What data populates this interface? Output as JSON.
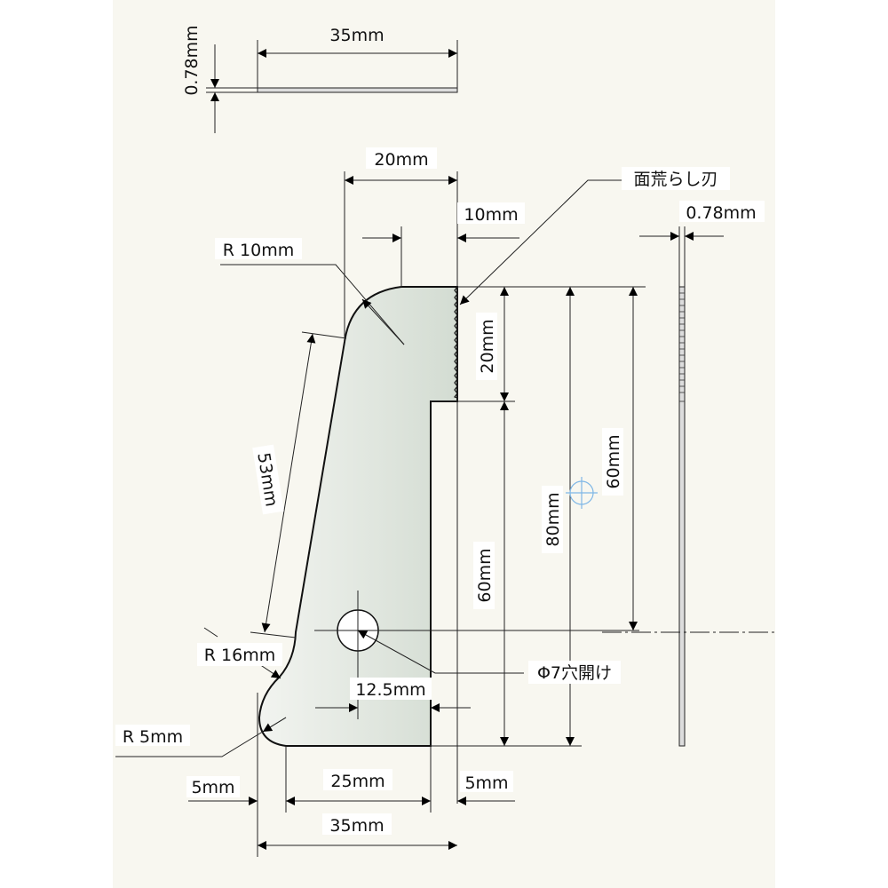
{
  "drawing": {
    "top_view": {
      "width_label": "35mm",
      "thickness_label": "0.78mm"
    },
    "labels": {
      "top_width": "20mm",
      "notch_width": "10mm",
      "blade_note": "面荒らし刃",
      "side_thickness": "0.78mm",
      "radius_top": "R 10mm",
      "blade_height": "20mm",
      "slant_length": "53mm",
      "total_height": "80mm",
      "center_height": "60mm",
      "lower_height": "60mm",
      "radius_mid": "R 16mm",
      "hole_note": "Φ7穴開け",
      "hole_offset": "12.5mm",
      "radius_bottom": "R 5mm",
      "left_margin": "5mm",
      "base_width": "25mm",
      "right_margin": "5mm",
      "overall_width": "35mm"
    },
    "colors": {
      "background": "#f8f7f0",
      "part_light": "#f0f3ef",
      "part_dark": "#d3dcd2",
      "center_mark": "#7fb7e6"
    }
  }
}
